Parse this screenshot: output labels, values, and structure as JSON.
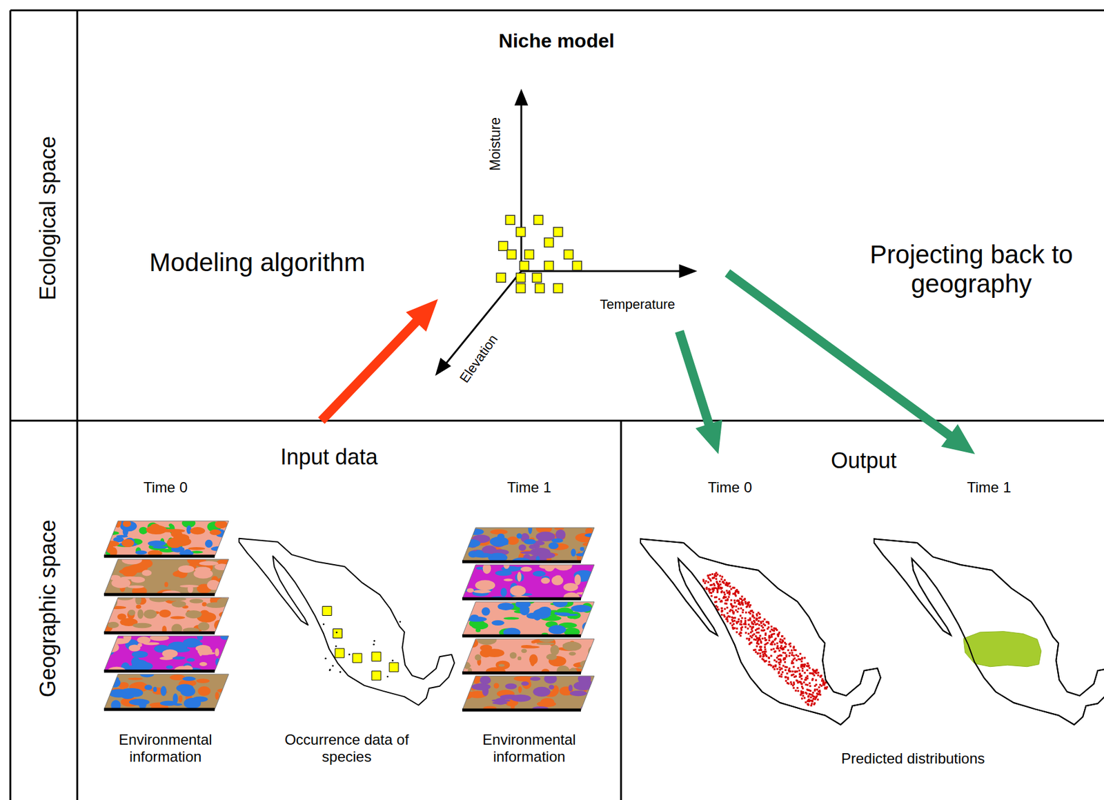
{
  "diagram": {
    "nodes": [
      {
        "text": [
          "Ecological space"
        ]
      },
      {
        "text": [
          "Niche model"
        ],
        "in": 0
      },
      {
        "text": [
          "Geographic space"
        ]
      },
      {
        "text": [
          "Input data",
          "Time 0",
          "Environmental information",
          "Occurrence data of species",
          "Time 1",
          "Environmental information"
        ],
        "in": 2
      },
      {
        "text": [
          "Output",
          "Predicted distributions"
        ],
        "in": 2
      },
      {
        "text": [
          "Time 0"
        ],
        "in": 4
      },
      {
        "text": [
          "Time 1"
        ],
        "in": 4
      }
    ],
    "edges": [
      {
        "from": 3,
        "to": 1,
        "arrow": "to",
        "label": "Modeling algorithm"
      },
      {
        "from": 1,
        "to": 5,
        "arrow": "to"
      },
      {
        "from": 1,
        "to": 6,
        "arrow": "to",
        "label": "Projecting back to geography"
      }
    ],
    "labels": [
      "Moisture",
      "Temperature",
      "Elevation"
    ]
  }
}
